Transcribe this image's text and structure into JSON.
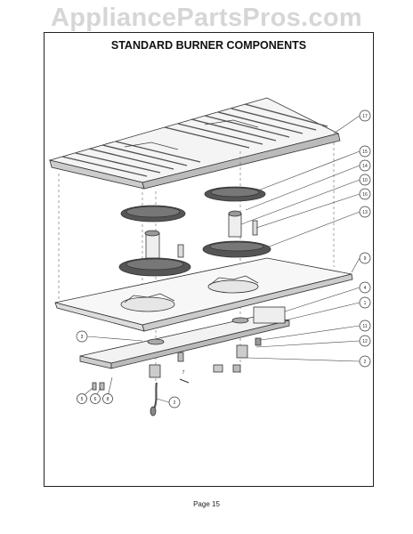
{
  "watermark": "AppliancePartsPros.com",
  "title": "STANDARD BURNER COMPONENTS",
  "page_label": "Page 15",
  "callouts": [
    "17",
    "15",
    "14",
    "10",
    "16",
    "13",
    "9",
    "4",
    "1",
    "11",
    "12",
    "2",
    "3",
    "5",
    "6",
    "8",
    "7",
    "2"
  ]
}
